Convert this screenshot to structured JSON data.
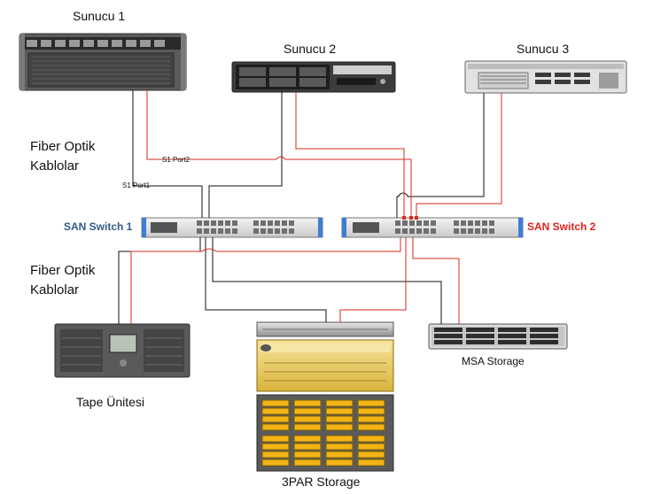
{
  "servers": [
    {
      "label": "Sunucu 1"
    },
    {
      "label": "Sunucu 2"
    },
    {
      "label": "Sunucu 3"
    }
  ],
  "cable_labels": [
    {
      "line1": "Fiber Optik",
      "line2": "Kablolar"
    },
    {
      "line1": "Fiber Optik",
      "line2": "Kablolar"
    }
  ],
  "ports": {
    "port1": "S1 Port1",
    "port2": "S1 Port2"
  },
  "switches": [
    {
      "label": "SAN Switch 1",
      "color": "#2e5a8a"
    },
    {
      "label": "SAN Switch 2",
      "color": "#e0211c"
    }
  ],
  "storage": {
    "tape": "Tape Ünitesi",
    "msa": "MSA Storage",
    "threepar": "3PAR Storage"
  },
  "colors": {
    "fabric_a_cable": "#111111",
    "fabric_b_cable": "#d52b1e",
    "switch_port_accent": "#3b7dd8",
    "threepar_drive": "#f3b416"
  }
}
